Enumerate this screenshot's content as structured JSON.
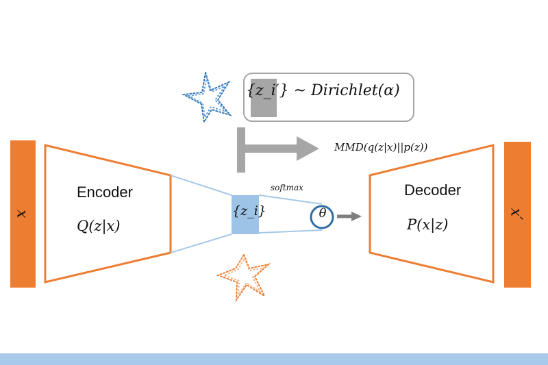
{
  "colors": {
    "orange": "#ed7d31",
    "light_blue": "#9dc3e6",
    "line_blue": "#a5c8e6",
    "dark_blue": "#2e6da4",
    "gray": "#a6a6a6",
    "dark_gray": "#7f7f7f",
    "bottom_band": "#a8c9ea"
  },
  "encoder": {
    "label": "Encoder",
    "formula": "Q(z|x)"
  },
  "decoder": {
    "label": "Decoder",
    "formula": "P(x|z)"
  },
  "input_symbol": "x",
  "output_symbol": "x′",
  "latent_symbol": "{z_i}",
  "activation_label": "softmax",
  "param_symbol": "θ",
  "prior": {
    "text": "{z_i′} ~ Dirichlet(α)"
  },
  "mmd_text": "MMD(q(z|x)||p(z))",
  "icons": [
    "blue-star-scatter-icon",
    "orange-star-scatter-icon"
  ]
}
